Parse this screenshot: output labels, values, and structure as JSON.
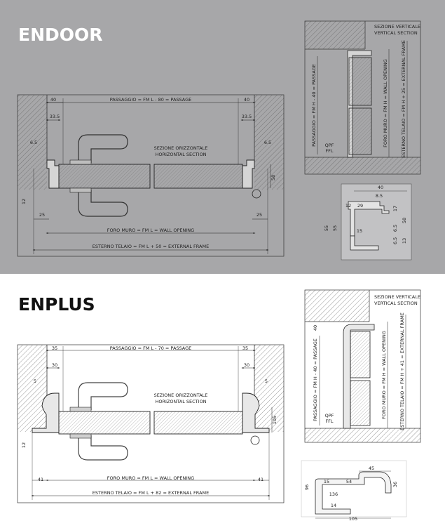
{
  "endoor": {
    "title": "ENDOOR",
    "colors": {
      "panel_bg": "#a7a7a9",
      "line": "#2a2a2a",
      "hatch": "#555555"
    },
    "horizontal": {
      "passage": "PASSAGGIO = FM L - 80 = PASSAGE",
      "section": "SEZIONE ORIZZONTALE",
      "section_en": "HORIZONTAL SECTION",
      "wall": "FORO MURO = FM L = WALL OPENING",
      "frame": "ESTERNO TELAIO = FM L + 50 = EXTERNAL FRAME",
      "d40_left": "40",
      "d40_right": "40",
      "d335_left": "33.5",
      "d335_right": "33.5",
      "d65_left": "6.5",
      "d65_right": "6.5",
      "d58": "58",
      "d12": "12",
      "d25_left": "25",
      "d25_right": "25"
    },
    "vertical": {
      "section": "SEZIONE VERTICALE",
      "section_en": "VERTICAL SECTION",
      "passage": "PASSAGGIO = FM H - 40 = PASSAGE",
      "wall": "FORO MURO = FM H = WALL OPENING",
      "frame": "ESTERNO TELAIO = FM H + 25 = EXTERNAL FRAME",
      "qpf": "QPF",
      "ffl": "FFL"
    },
    "profile": {
      "d40": "40",
      "d85": "8.5",
      "d12": "12",
      "d29": "29",
      "d17": "17",
      "d58": "58",
      "d55a": "55",
      "d55b": "55",
      "d15": "15",
      "d65a": "6.5",
      "d65b": "6.5",
      "d13": "13"
    }
  },
  "enplus": {
    "title": "ENPLUS",
    "colors": {
      "panel_bg": "#ffffff",
      "line": "#2a2a2a",
      "hatch": "#555555"
    },
    "horizontal": {
      "passage": "PASSAGGIO = FM L - 70 = PASSAGE",
      "section": "SEZIONE ORIZZONTALE",
      "section_en": "HORIZONTAL SECTION",
      "wall": "FORO MURO = FM L = WALL OPENING",
      "frame": "ESTERNO TELAIO = FM L + 82 = EXTERNAL FRAME",
      "d35_left": "35",
      "d35_right": "35",
      "d30_left": "30",
      "d30_right": "30",
      "d5_left": "5",
      "d5_right": "5",
      "d105": "105",
      "d12": "12",
      "d41_left": "41",
      "d41_right": "41"
    },
    "vertical": {
      "section": "SEZIONE VERTICALE",
      "section_en": "VERTICAL SECTION",
      "passage": "PASSAGGIO = FM H - 40 = PASSAGE",
      "wall": "FORO MURO = FM H = WALL OPENING",
      "frame": "ESTERNO TELAIO = FM H + 41 = EXTERNAL FRAME",
      "d40": "40",
      "qpf": "QPF",
      "ffl": "FFL"
    },
    "profile": {
      "d45": "45",
      "d15": "15",
      "d54": "54",
      "d36": "36",
      "d96": "96",
      "d136": "136",
      "d14": "14",
      "d105": "105"
    }
  }
}
